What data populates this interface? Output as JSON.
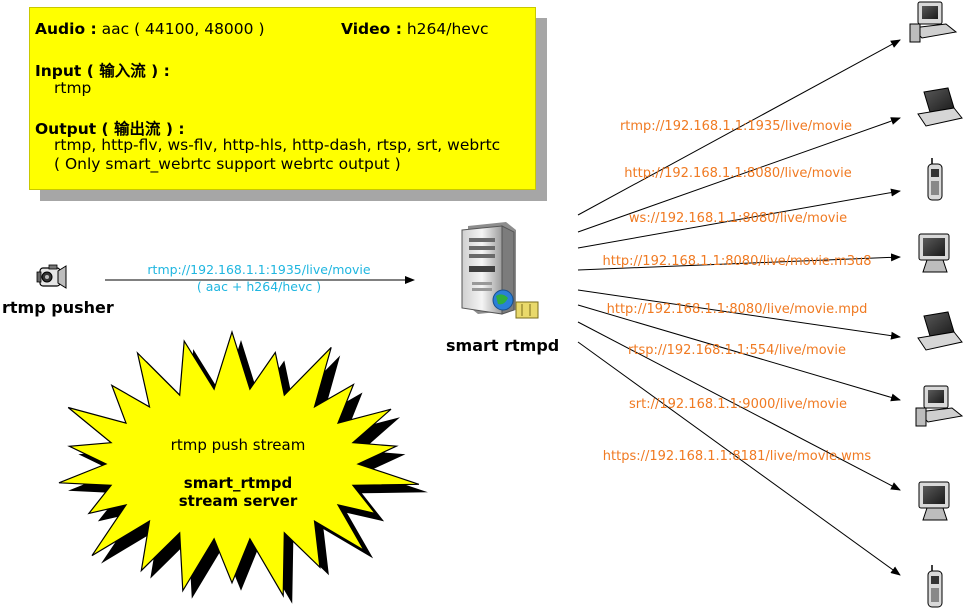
{
  "info_box": {
    "audio_label": "Audio :",
    "audio_value": "aac ( 44100, 48000 )",
    "video_label": "Video :",
    "video_value": "h264/hevc",
    "input_label": "Input ( 输入流 ) :",
    "input_value": "rtmp",
    "output_label": "Output ( 输出流 ) :",
    "output_value": "rtmp, http-flv, ws-flv, http-hls, http-dash, rtsp, srt, webrtc",
    "output_note": "( Only smart_webrtc support webrtc output )"
  },
  "pusher": {
    "label": "rtmp pusher",
    "icon": "camera-icon"
  },
  "push_link": {
    "url": "rtmp://192.168.1.1:1935/live/movie",
    "codec": "( aac + h264/hevc )"
  },
  "server": {
    "label": "smart rtmpd",
    "icon": "server-icon"
  },
  "outputs": [
    {
      "url": "rtmp://192.168.1.1:1935/live/movie",
      "client_icon": "desktop-computer-icon"
    },
    {
      "url": "http://192.168.1.1:8080/live/movie",
      "client_icon": "laptop-icon"
    },
    {
      "url": "ws://192.168.1.1:8080/live/movie",
      "client_icon": "mobile-phone-icon"
    },
    {
      "url": "http://192.168.1.1:8080/live/movie.m3u8",
      "client_icon": "monitor-icon"
    },
    {
      "url": "http://192.168.1.1:8080/live/movie.mpd",
      "client_icon": "laptop-icon"
    },
    {
      "url": "rtsp://192.168.1.1:554/live/movie",
      "client_icon": "desktop-computer-icon"
    },
    {
      "url": "srt://192.168.1.1:9000/live/movie",
      "client_icon": "monitor-icon"
    },
    {
      "url": "https://192.168.1.1:8181/live/movie.wms",
      "client_icon": "mobile-phone-icon"
    }
  ],
  "starburst": {
    "line1": "rtmp push stream",
    "line2": "smart_rtmpd",
    "line3": "stream server"
  },
  "colors": {
    "info_fill": "#ffff00",
    "url_orange": "#f07a22",
    "push_cyan": "#1fb6e0",
    "star_fill": "#ffff00"
  }
}
